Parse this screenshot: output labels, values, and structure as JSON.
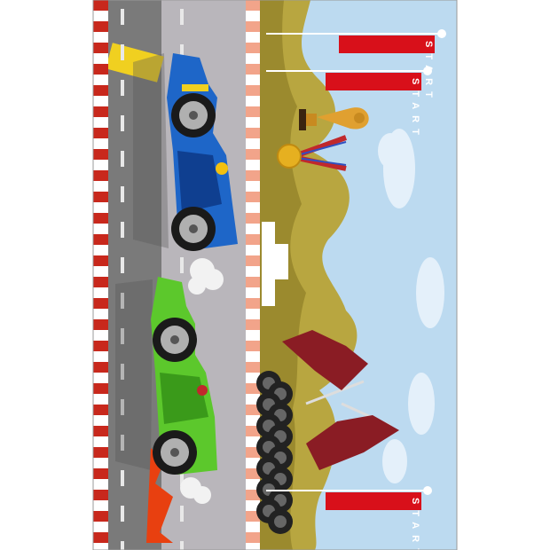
{
  "banners": [
    {
      "label": "START"
    },
    {
      "label": "START"
    },
    {
      "label": "START"
    }
  ],
  "colors": {
    "sky": "#bcdaf0",
    "road_dark": "#7a7a7a",
    "road_light": "#b9b6bb",
    "curb_red": "#c8281c",
    "curb_salmon": "#f2a48a",
    "grass": "#b8a640",
    "banner": "#d8101a",
    "blue_car": "#1e66c8",
    "green_car": "#5cc82c"
  }
}
